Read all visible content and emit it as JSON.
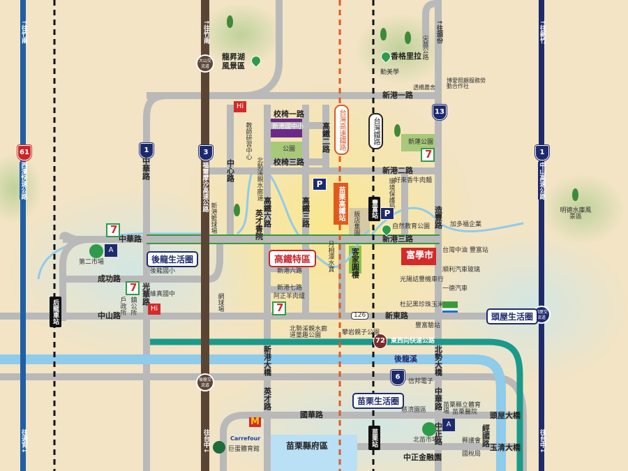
{
  "roads": {
    "xingang1": "新港一路",
    "xingang2": "新港二路",
    "xingang3": "新港三路",
    "zhonghua_w": "中華路",
    "chenggong": "成功路",
    "zhongshan": "中山路",
    "xindong": "新東路",
    "guohua": "國華路",
    "xiaoyi1": "校椅一路",
    "xiaoyi3": "校椅三路",
    "zhongxin": "中心路",
    "gaotie6": "高鐵六路",
    "gaotie3": "高鐵三路",
    "gaotie2": "高鐵二路",
    "yingcai": "英才路",
    "guanghua": "光華路",
    "zaofeng": "造豐路",
    "zhonghua_s": "中華路",
    "zhongzheng": "中正路",
    "jingguo": "經國路",
    "jianmiao": "尖苗公路",
    "xingang6": "新港六路",
    "xingang7": "新港七路",
    "expressway": "東西向快速公路",
    "formosa": "福爾摩沙高速公路",
    "west_coast": "西濱快速公路",
    "sun_yat": "中山高速公路",
    "hsr": "台灣高速鐵路",
    "rail": "台灣鐵路",
    "zhonghua_n": "中華路"
  },
  "directions": {
    "to_zhunan_w": "↑往竹南",
    "to_zhunan": "↑往竹南",
    "to_toufen": "↑往頭份",
    "to_hsinchu": "↑往新竹",
    "to_tongxiao": "往通宵↓",
    "to_taichung": "往台中↓",
    "to_taichung_e": "往台中↓"
  },
  "shields": {
    "west_coast": "61",
    "sun_yat": "1",
    "formosa": "3",
    "prov13": "13",
    "prov1": "1",
    "prov6": "6",
    "prov72": "72",
    "county126": "126"
  },
  "interchanges": {
    "dashan": "大山交流道",
    "houlong": "後龍交流道",
    "touwu": "頭屋交流道"
  },
  "stations": {
    "houlong": "后龍車站",
    "hsr": "苗栗高鐵站",
    "fengfu": "豐富站",
    "miaoli": "苗栗站"
  },
  "zones": {
    "houlong": "後龍生活圈",
    "hsr_zone": "高鐵特區",
    "fuxue": "富學市",
    "touwu": "頭屋生活圈",
    "miaoli": "苗栗生活圈",
    "county_gov": "苗栗縣府區"
  },
  "bridges": {
    "xingang": "新港大橋",
    "beishi": "北勢大橋",
    "touwu": "頭屋大橋",
    "yuqing": "玉清大橋"
  },
  "river": "後龍溪",
  "pois": {
    "longsheng": "龍昇湖風景區",
    "shangrila": "香格里拉",
    "qinmei": "勤美學",
    "touqiao": "透橋農舍",
    "boai": "博愛照顧服務勞動合作社",
    "xingang_school": "新港國中小",
    "park": "公園",
    "teacher": "教師研習中心",
    "beishi_corridor": "北勢溪親水廊道",
    "xinlian": "新蓮公園",
    "beef": "好來香牛肉麵",
    "epa": "環境保護局",
    "nature_park": "自然教育公園",
    "jiaduofu": "加多福企業",
    "cpc": "台灣中油 豐富站",
    "shunli": "順利汽車玻璃",
    "guangyang": "光陽詰豐機車行",
    "yide": "一德汽車",
    "corn": "杜記黑珍珠玉米",
    "fengfu_shop": "豐富驗站",
    "hotel": "飯店集團",
    "hakka": "客家圓樓",
    "yuexiang": "月相潭水寶",
    "azheng": "阿正羊肉爐",
    "fun_park": "北勢溪親水廊道童趣公園",
    "climb": "攀岩親子公園",
    "tennis": "網球場",
    "basketball": "新港籃球場",
    "yingcai_academy": "英才書院",
    "market2": "第二市場",
    "houlong_elem": "後龍國小",
    "weizhen": "維真國中",
    "household": "戶政所",
    "township": "鎮公所",
    "sinbon": "信邦電子",
    "stadium": "苗栗縣立體育場",
    "hospital": "苗栗醫院",
    "tzuchi": "慈濟園區",
    "beimiao": "北苗市場",
    "council": "縣議會",
    "tax": "國稅局",
    "finance": "中正金融園",
    "dome": "巨蛋體育館",
    "mingde": "明德水庫風景區",
    "carrefour": "Carrefour"
  },
  "icons": {
    "parking": "P",
    "seven": "7",
    "mcd": "M",
    "starbucks": "starbucks-icon",
    "hilife": "Hi"
  },
  "colors": {
    "bg": "#f2e4c4",
    "road": "#b9b9b9",
    "highway": "#1e5fa8",
    "formosa": "#5a4535",
    "expressway": "#1a9a8a",
    "river": "#8fcbea",
    "hsr": "#e05a1e",
    "rail": "#111111",
    "zone": "#1e2a6e"
  }
}
